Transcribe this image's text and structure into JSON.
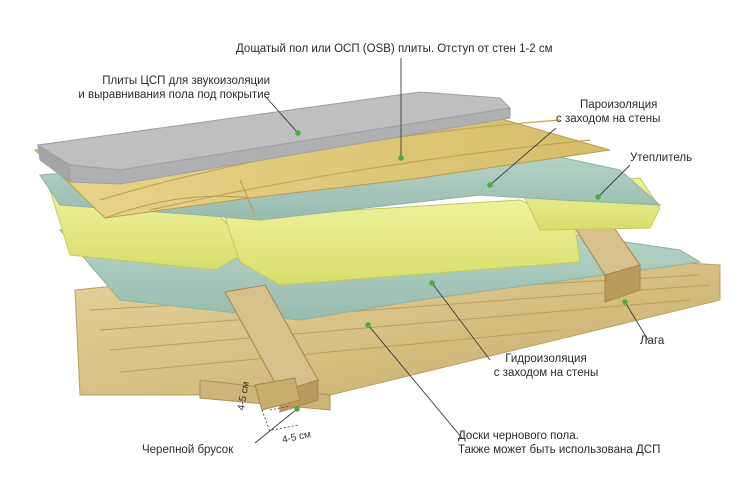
{
  "labels": {
    "top_boards": "Дощатый пол или ОСП (OSB) плиты. Отступ от стен 1-2 см",
    "csp_line1": "Плиты ЦСП для звукоизоляции",
    "csp_line2": "и выравнивания пола под покрытие",
    "vapor_line1": "Пароизоляция",
    "vapor_line2": "с заходом на стены",
    "insulation": "Утеплитель",
    "joist": "Лага",
    "waterproof_line1": "Гидроизоляция",
    "waterproof_line2": "с заходом на стены",
    "rough_line1": "Доски чернового пола.",
    "rough_line2": "Также может быть использована ДСП",
    "cranial_bar": "Черепной брусок",
    "dim_vertical": "4-5 см",
    "dim_horizontal": "4-5 см"
  },
  "colors": {
    "wood": "#d9c48a",
    "wood_dark": "#b79b5c",
    "membrane": "#a9cbbd",
    "insulation": "#e4ea8a",
    "csp_gray": "#b9bbbd",
    "leader_dot": "#4caf3b"
  }
}
